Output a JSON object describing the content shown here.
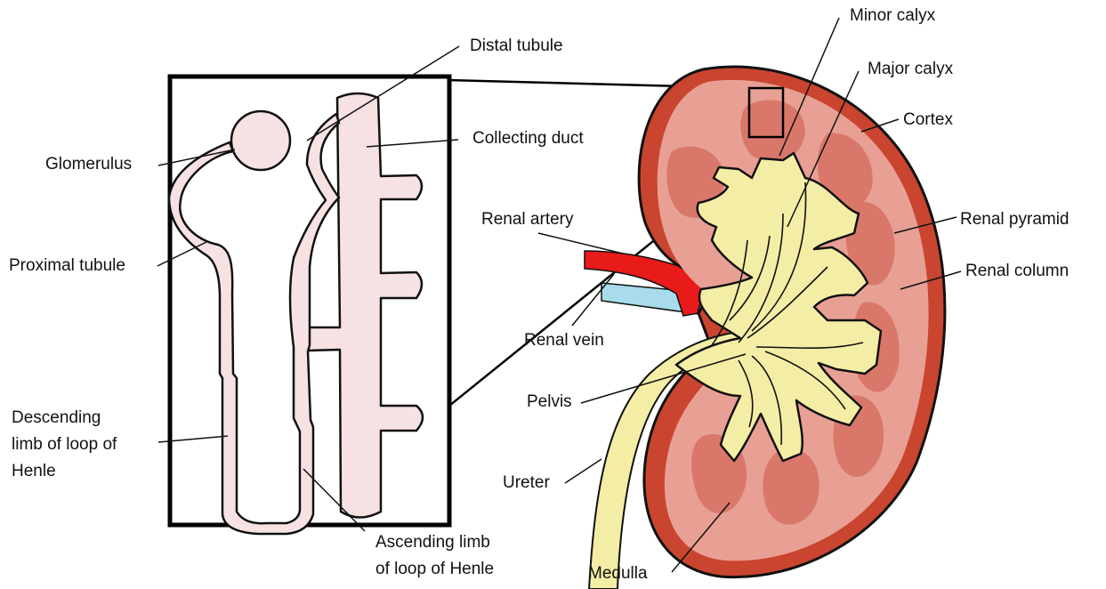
{
  "labels": {
    "minor_calyx": "Minor calyx",
    "distal_tubule": "Distal tubule",
    "major_calyx": "Major calyx",
    "cortex": "Cortex",
    "collecting_duct": "Collecting duct",
    "glomerulus": "Glomerulus",
    "renal_artery": "Renal artery",
    "renal_pyramid": "Renal pyramid",
    "proximal_tubule": "Proximal tubule",
    "renal_column": "Renal column",
    "renal_vein": "Renal vein",
    "pelvis": "Pelvis",
    "descending_limb": "Descending\nlimb of loop of\nHenle",
    "ureter": "Ureter",
    "ascending_limb": "Ascending limb\nof loop of Henle",
    "medulla": "Medulla"
  },
  "colors": {
    "capsule": "#c9452f",
    "cortex": "#e8a094",
    "pyramid": "#d9786a",
    "calyx": "#f4eda5",
    "artery": "#e81a1a",
    "vein": "#a8dcea",
    "tubule": "#f6e2e2",
    "outline": "#111111"
  }
}
